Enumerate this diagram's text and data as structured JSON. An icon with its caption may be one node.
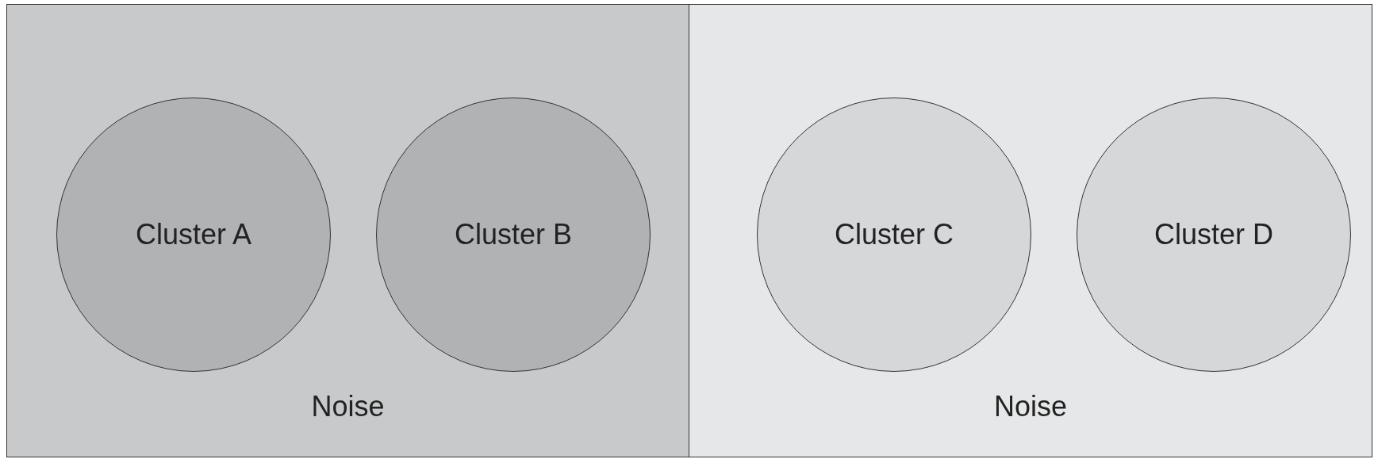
{
  "diagram": {
    "nodes": [
      {
        "text": [
          "Noise"
        ]
      },
      {
        "text": [
          "Cluster A"
        ],
        "in": 0
      },
      {
        "text": [
          "Cluster B"
        ],
        "in": 0
      },
      {
        "text": [
          "Noise"
        ]
      },
      {
        "text": [
          "Cluster C"
        ],
        "in": 3
      },
      {
        "text": [
          "Cluster D"
        ],
        "in": 3
      }
    ],
    "edges": []
  }
}
